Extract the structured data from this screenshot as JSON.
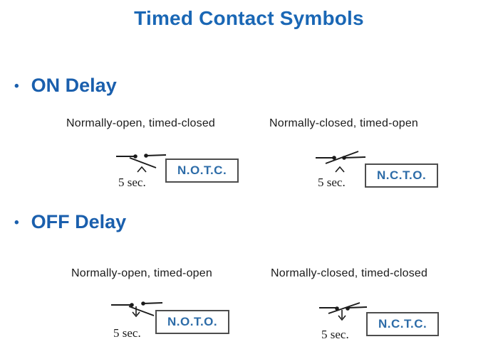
{
  "slide": {
    "title": "Timed Contact Symbols",
    "bullet_char": "•"
  },
  "sections": [
    {
      "heading": "ON Delay",
      "items": [
        {
          "label": "Normally-open, timed-closed",
          "delay": "5 sec.",
          "abbr": "N.O.T.C.",
          "symbol": "normally-open-timed-closed-contact"
        },
        {
          "label": "Normally-closed, timed-open",
          "delay": "5 sec.",
          "abbr": "N.C.T.O.",
          "symbol": "normally-closed-timed-open-contact"
        }
      ]
    },
    {
      "heading": "OFF Delay",
      "items": [
        {
          "label": "Normally-open, timed-open",
          "delay": "5 sec.",
          "abbr": "N.O.T.O.",
          "symbol": "normally-open-timed-open-contact"
        },
        {
          "label": "Normally-closed, timed-closed",
          "delay": "5 sec.",
          "abbr": "N.C.T.C.",
          "symbol": "normally-closed-timed-closed-contact"
        }
      ]
    }
  ],
  "colors": {
    "title_blue": "#1a67b5",
    "heading_blue": "#1a5fad",
    "abbr_blue": "#2d6ca8",
    "text": "#1b1b1b",
    "box_border": "#4d4d4d",
    "background": "#ffffff"
  }
}
